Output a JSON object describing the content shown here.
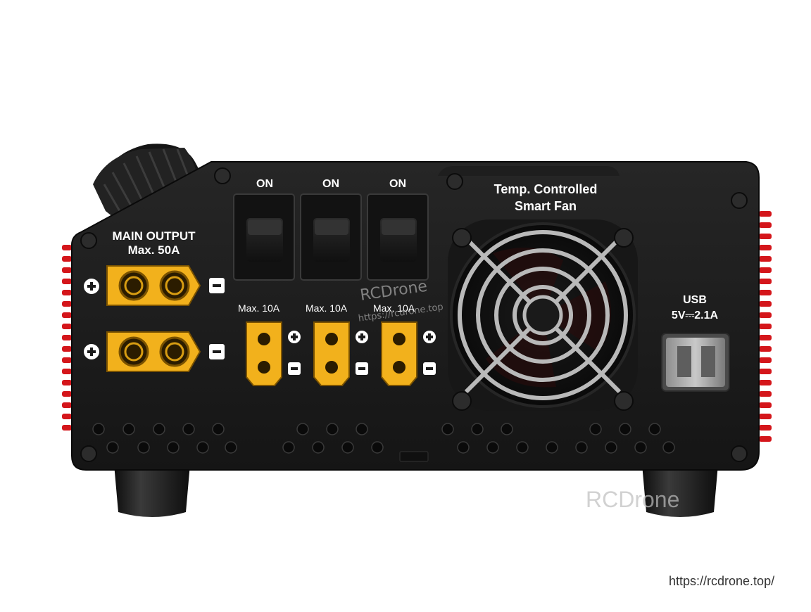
{
  "device": {
    "main_output": {
      "title": "MAIN OUTPUT",
      "rating": "Max. 50A",
      "plus": "+",
      "minus": "−"
    },
    "switches": [
      {
        "label": "ON"
      },
      {
        "label": "ON"
      },
      {
        "label": "ON"
      }
    ],
    "aux_outputs": [
      {
        "rating": "Max. 10A"
      },
      {
        "rating": "Max. 10A"
      },
      {
        "rating": "Max. 10A"
      }
    ],
    "fan": {
      "line1": "Temp. Controlled",
      "line2": "Smart Fan"
    },
    "usb": {
      "title": "USB",
      "rating": "5V⎓2.1A"
    }
  },
  "watermark": {
    "center_brand": "RCDrone",
    "center_url": "https://rcdrone.top",
    "corner_brand": "RCDrone",
    "footer_url": "https://rcdrone.top/"
  },
  "colors": {
    "body": "#1c1c1c",
    "fins": "#d4161b",
    "connector": "#f2b11c",
    "text": "#ffffff"
  }
}
